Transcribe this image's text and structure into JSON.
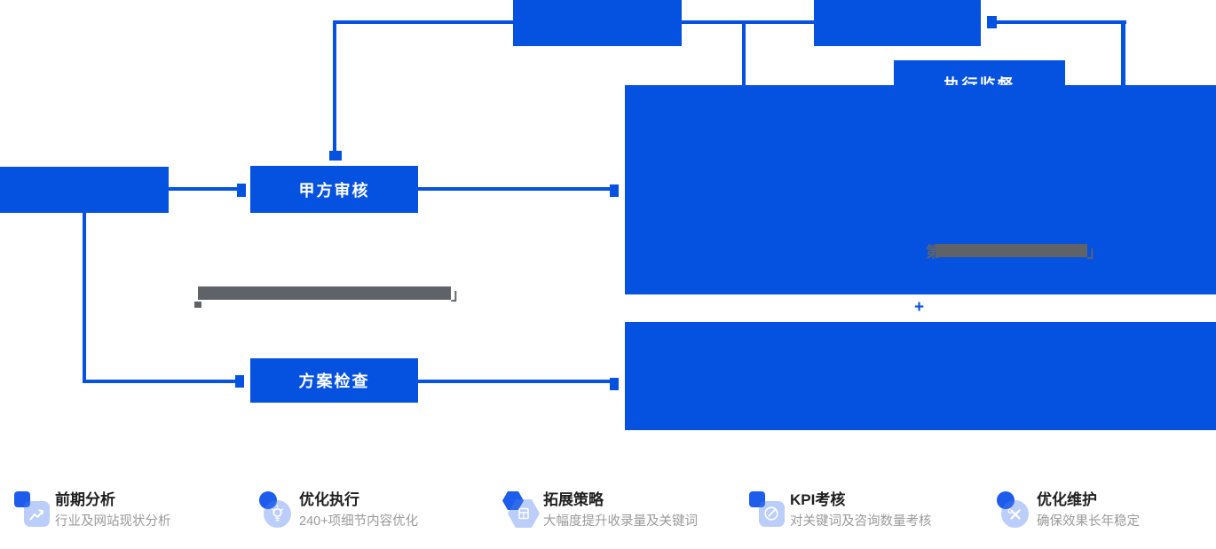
{
  "palette": {
    "primary_blue": "#0551e0",
    "icon_dark_blue": "#1e5ceb",
    "icon_light_blue": "rgba(77,125,238,0.38)",
    "redact_gray": "#5f6368",
    "feature_title_color": "#1f1f1f",
    "feature_desc_color": "#9a9a9a"
  },
  "flow": {
    "review_label": "甲方审核",
    "check_label": "方案检查",
    "supervision_label": "执行监督",
    "plus_sign": "+",
    "redacted_mid": {
      "tail": "」"
    },
    "redacted_in_box": {
      "head": "第",
      "tail": "」"
    }
  },
  "features": [
    {
      "icon": "trend-chart-icon",
      "title": "前期分析",
      "desc": "行业及网站现状分析"
    },
    {
      "icon": "lightbulb-icon",
      "title": "优化执行",
      "desc": "240+项细节节内容优化",
      "desc_fix": "240+项细节内容优化"
    },
    {
      "icon": "strategy-hexagon-icon",
      "title": "拓展策略",
      "desc": "大幅度提升收录量及关键词"
    },
    {
      "icon": "kpi-target-icon",
      "title": "KPI考核",
      "desc": "对关键词及咨询数量考核"
    },
    {
      "icon": "maintenance-tools-icon",
      "title": "优化维护",
      "desc": "确保效果长年稳定"
    }
  ]
}
